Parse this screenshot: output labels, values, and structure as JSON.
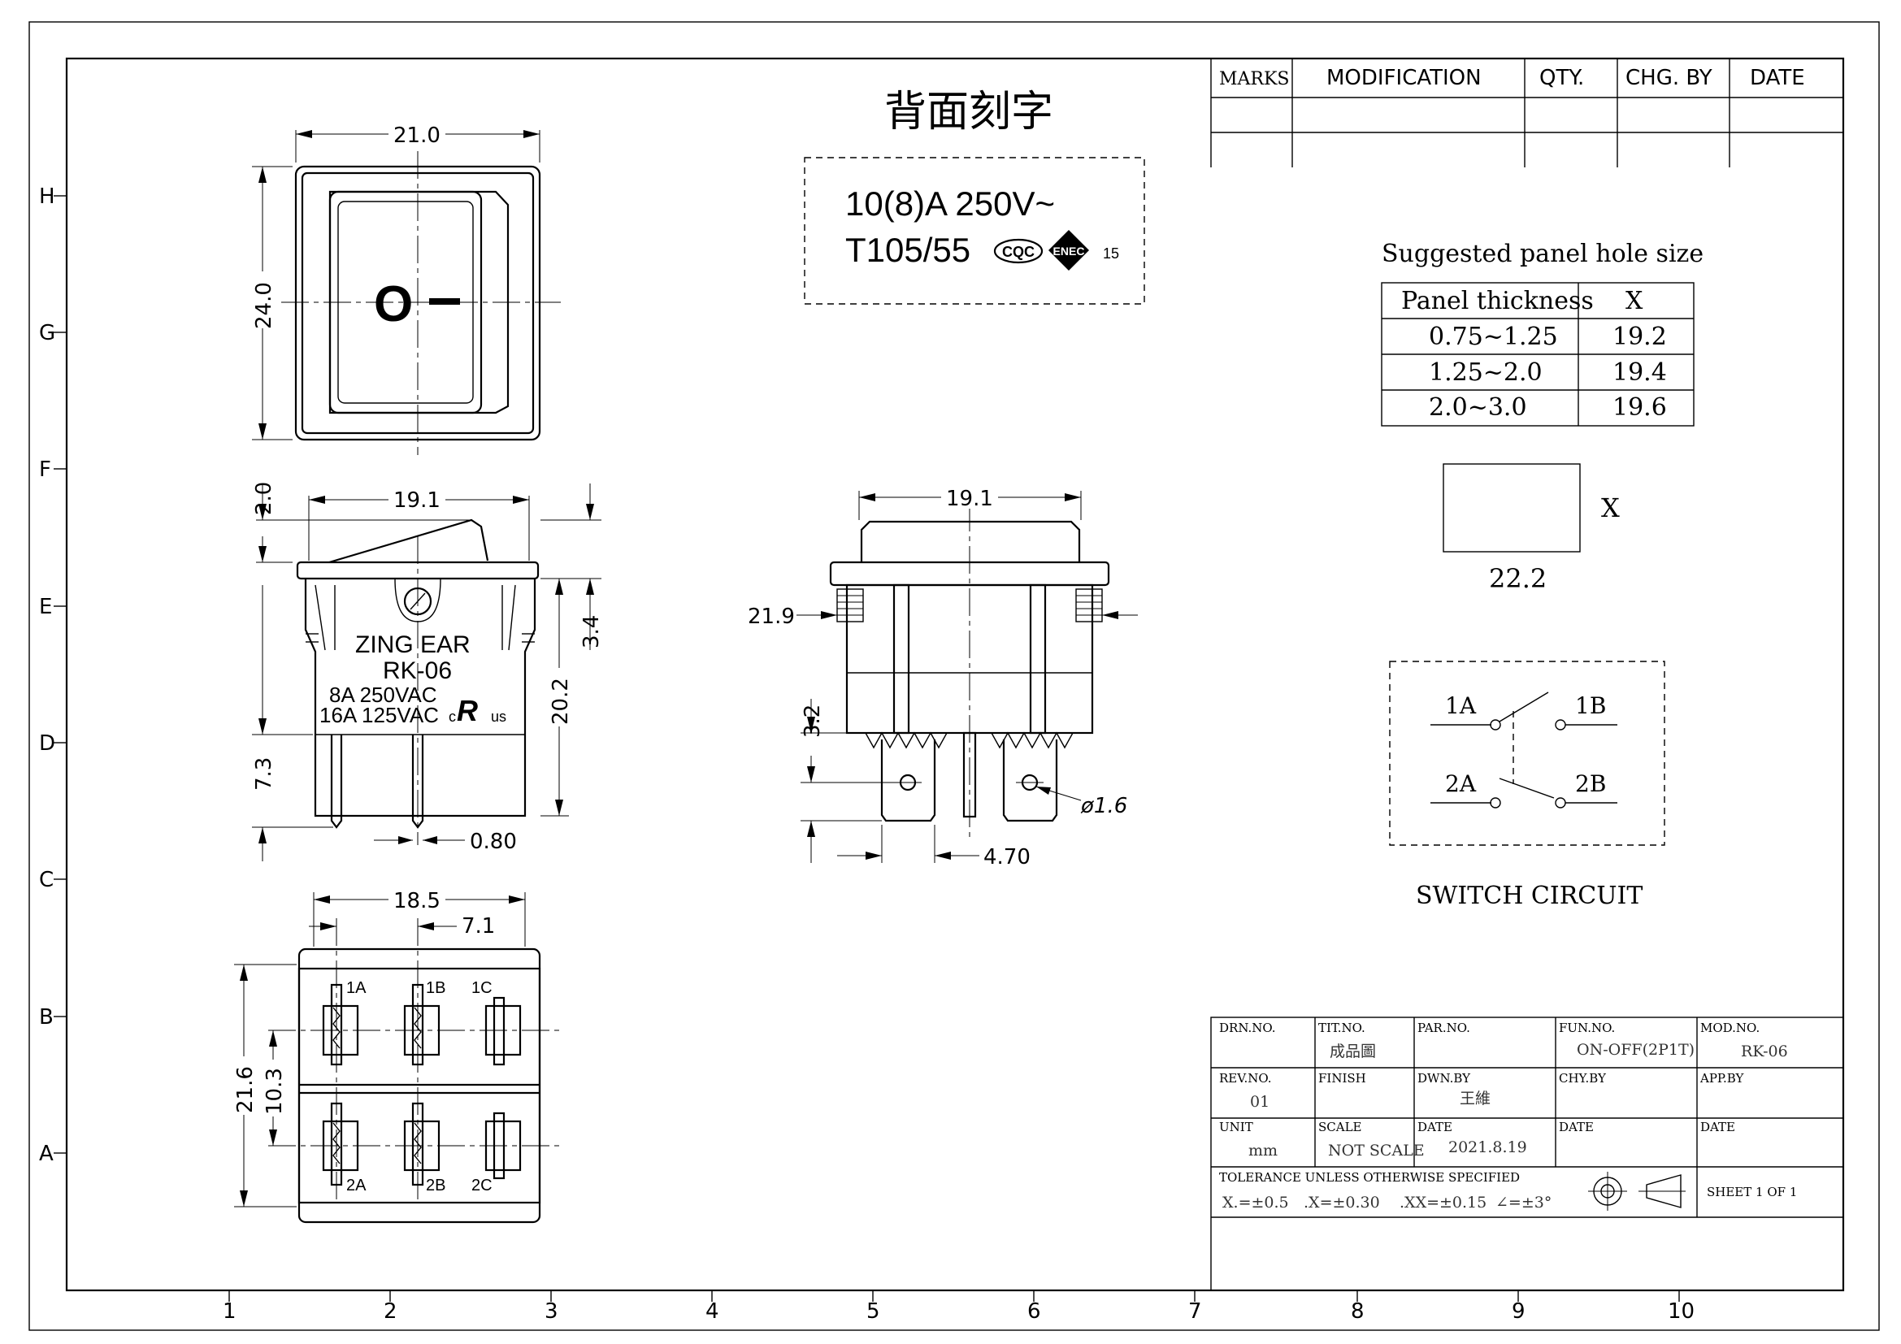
{
  "grid": {
    "rows": [
      "H",
      "G",
      "F",
      "E",
      "D",
      "C",
      "B",
      "A"
    ],
    "cols": [
      "1",
      "2",
      "3",
      "4",
      "5",
      "6",
      "7",
      "8",
      "9",
      "10"
    ]
  },
  "revision_table": {
    "headers": [
      "MARKS",
      "MODIFICATION",
      "QTY.",
      "CHG. BY",
      "DATE"
    ]
  },
  "marking": {
    "title": "背面刻字",
    "line1": "10(8)A 250V~",
    "line2": "T105/55",
    "cert1": "CQC",
    "cert2": "ENEC",
    "cert2_number": "15"
  },
  "front_view": {
    "width": "21.0",
    "height": "24.0",
    "off_symbol": "O",
    "on_symbol": "I"
  },
  "side_view": {
    "width": "19.1",
    "rocker_height": "2.0",
    "flange": "3.4",
    "body_height": "20.2",
    "terminal_length": "7.3",
    "terminal_thickness": "0.80",
    "brand": "ZING  EAR",
    "model": "RK-06",
    "rating1": "8A 250VAC",
    "rating2": "16A 125VAC",
    "ul_c": "c",
    "ul_mark": "R",
    "ul_us": "us"
  },
  "end_view": {
    "width": "19.1",
    "clip_width": "21.9",
    "terminal_offset": "3.2",
    "terminal_width": "4.70",
    "hole": "ø1.6"
  },
  "bottom_view": {
    "width": "18.5",
    "pitch": "7.1",
    "height": "21.6",
    "row_pitch": "10.3",
    "pins": [
      "1A",
      "1B",
      "1C",
      "2A",
      "2B",
      "2C"
    ]
  },
  "panel_hole": {
    "title": "Suggested panel hole size",
    "headers": [
      "Panel thickness",
      "X"
    ],
    "rows": [
      [
        "0.75~1.25",
        "19.2"
      ],
      [
        "1.25~2.0",
        "19.4"
      ],
      [
        "2.0~3.0",
        "19.6"
      ]
    ],
    "x_label": "X",
    "width_label": "22.2"
  },
  "circuit": {
    "title": "SWITCH   CIRCUIT",
    "labels": [
      "1A",
      "1B",
      "2A",
      "2B"
    ]
  },
  "title_block": {
    "drn_no": "DRN.NO.",
    "tit_no": "TIT.NO.",
    "tit_val": "成品圖",
    "par_no": "PAR.NO.",
    "fun_no": "FUN.NO.",
    "fun_val": "ON-OFF(2P1T)",
    "mod_no": "MOD.NO.",
    "mod_val": "RK-06",
    "rev_no": "REV.NO.",
    "rev_val": "01",
    "finish": "FINISH",
    "dwn_by": "DWN.BY",
    "dwn_val": "王維",
    "chy_by": "CHY.BY",
    "app_by": "APP.BY",
    "unit": "UNIT",
    "unit_val": "mm",
    "scale": "SCALE",
    "scale_val": "NOT SCALE",
    "date": "DATE",
    "date_val": "2021.8.19",
    "date2": "DATE",
    "date3": "DATE",
    "tolerance": "TOLERANCE  UNLESS  OTHERWISE  SPECIFIED",
    "tol1": "X.=±0.5",
    "tol2": ".X=±0.30",
    "tol3": ".XX=±0.15",
    "tol4": "∠=±3°",
    "sheet": "SHEET  1  OF  1"
  }
}
